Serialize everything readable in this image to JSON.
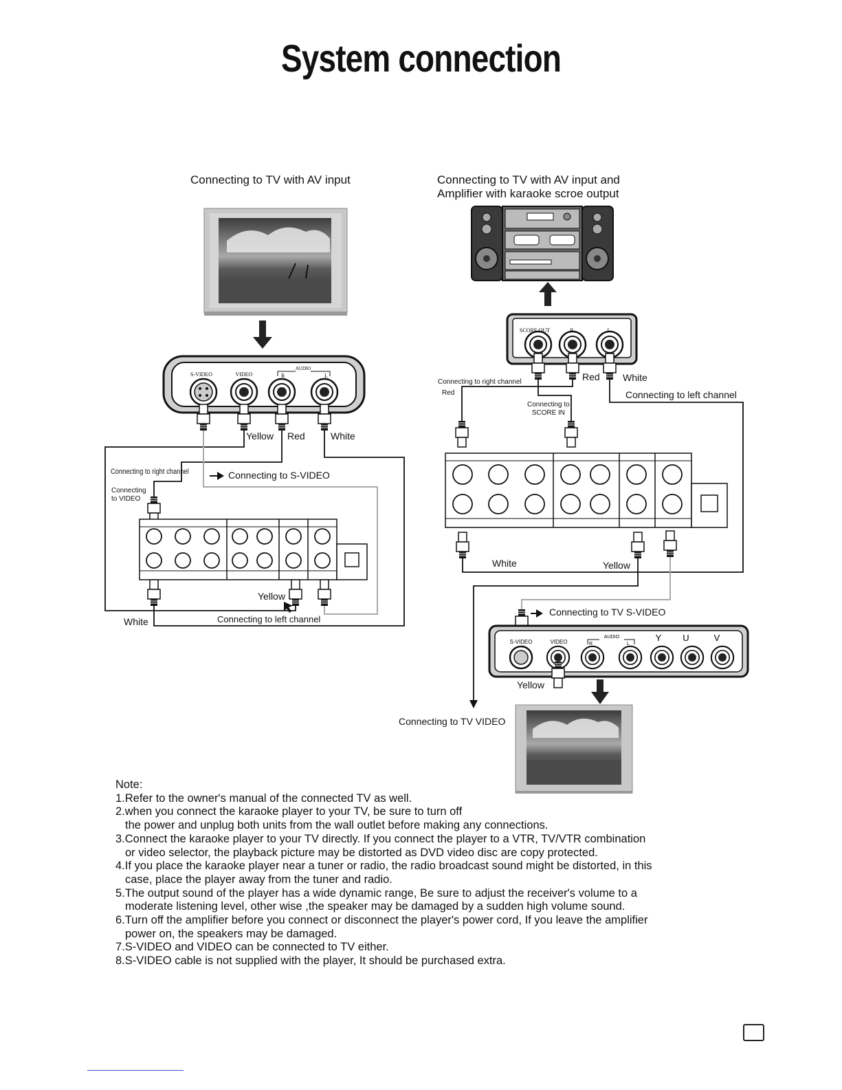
{
  "page": {
    "title": "System connection"
  },
  "left_diagram": {
    "caption": "Connecting to TV with AV input",
    "panel_jacks": [
      "S-VIDEO",
      "VIDEO",
      "R",
      "L"
    ],
    "audio_label": "AUDIO",
    "labels": {
      "yellow_top": "Yellow",
      "red": "Red",
      "white_top": "White",
      "right_channel": "Connecting to right channel",
      "to_video": "Connecting\nto VIDEO",
      "to_svideo": "Connecting to S-VIDEO",
      "yellow_bottom": "Yellow",
      "white_bottom": "White",
      "left_channel": "Connecting to left channel"
    }
  },
  "right_diagram": {
    "caption_line1": "Connecting to TV with AV input and",
    "caption_line2": "Amplifier with karaoke  scroe output",
    "amp_jacks": [
      "SCORE OUT",
      "R",
      "L"
    ],
    "labels": {
      "red_amp": "Red",
      "white_amp": "White",
      "right_channel": "Connecting to right channel",
      "red_small": "Red",
      "score_in": "Connecting to\nSCORE IN",
      "left_channel": "Connecting to left channel",
      "white_bottom": "White",
      "yellow_bottom": "Yellow",
      "to_tv_svideo": "Connecting to TV S-VIDEO",
      "yellow_tv": "Yellow",
      "to_tv_video": "Connecting to TV VIDEO"
    },
    "tv_panel_jacks": [
      "S-VIDEO",
      "VIDEO",
      "R",
      "L"
    ],
    "tv_audio_label": "AUDIO",
    "component_labels": [
      "Y",
      "U",
      "V"
    ]
  },
  "notes": {
    "heading": "Note:",
    "items": [
      {
        "line1": "1.Refer to the owner's manual of the connected TV as well.",
        "line2": ""
      },
      {
        "line1": "2.when you connect the karaoke player to your TV, be sure to turn off",
        "line2": "the power and unplug both units from the wall outlet before making any connections."
      },
      {
        "line1": "3.Connect the karaoke player to your TV directly. If you connect the player to a VTR, TV/VTR combination",
        "line2": "or video selector, the playback picture may be distorted as DVD video disc are copy protected."
      },
      {
        "line1": "4.If you place the karaoke player near a tuner or radio, the radio broadcast sound might be distorted, in this",
        "line2": "case, place the player away from the tuner and radio."
      },
      {
        "line1": "5.The output sound of the player has a wide dynamic range, Be sure to adjust the receiver's volume to a",
        "line2": "moderate listening level, other wise ,the speaker may be damaged by a sudden high volume sound."
      },
      {
        "line1": "6.Turn off the amplifier before you connect or disconnect the player's power cord, If you leave the amplifier",
        "line2": "power on, the speakers may be damaged."
      },
      {
        "line1": "7.S-VIDEO and VIDEO can be connected to TV either.",
        "line2": ""
      },
      {
        "line1": "8.S-VIDEO cable is not supplied with the player, It should be purchased extra.",
        "line2": ""
      }
    ]
  }
}
